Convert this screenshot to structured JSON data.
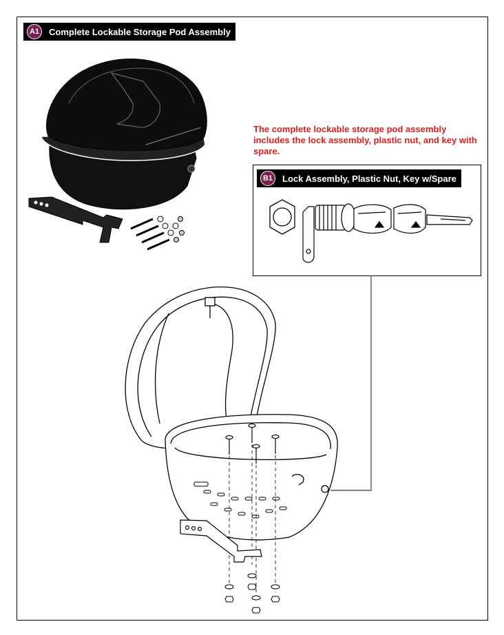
{
  "parts": {
    "a1": {
      "badge": "A1",
      "title": "Complete Lockable Storage Pod Assembly"
    },
    "b1": {
      "badge": "B1",
      "title": "Lock Assembly, Plastic Nut, Key w/Spare"
    }
  },
  "note": "The complete lockable storage pod assembly includes the lock assembly, plastic nut, and key with spare.",
  "colors": {
    "badge": "#7a1f4f",
    "note": "#e01e1e",
    "ink": "#000000"
  },
  "icons": [
    "storage-pod-closed-icon",
    "mounting-bracket-icon",
    "screw-icon",
    "washer-icon",
    "nut-icon",
    "lock-cylinder-icon",
    "key-icon",
    "storage-pod-open-icon"
  ]
}
